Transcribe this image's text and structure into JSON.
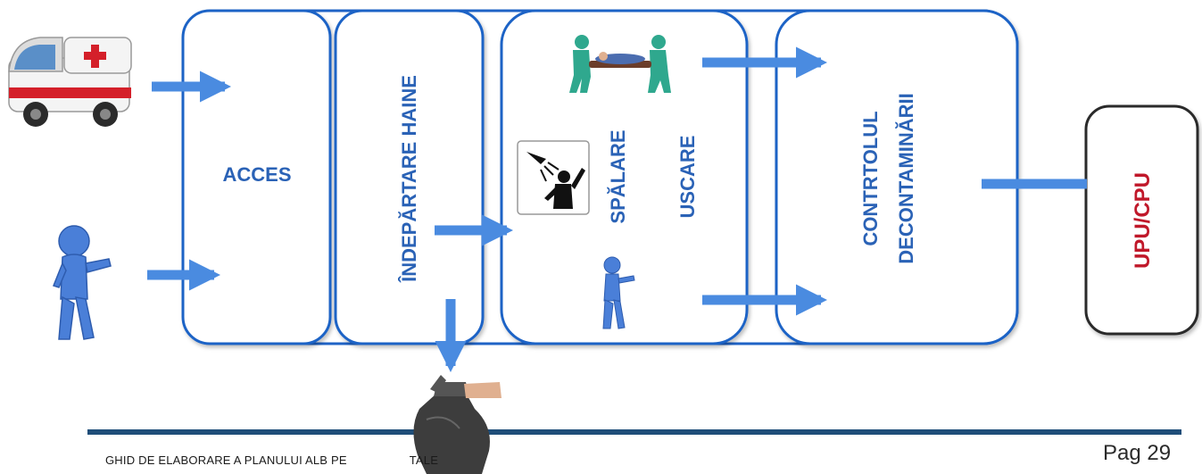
{
  "stages": {
    "acces": "ACCES",
    "indepartare": "ÎNDEPĂRTARE HAINE",
    "spalare": "SPĂLARE",
    "uscare": "USCARE",
    "control_line1": "CONTRTOLUL",
    "control_line2": "DECONTAMINĂRII",
    "upu": "UPU/CPU"
  },
  "footer": {
    "text": "GHID DE ELABORARE A PLANULUI ALB PE",
    "text_tail": "TALE",
    "page": "Pag 29"
  },
  "icons": [
    "ambulance-icon",
    "person-icon",
    "stretcher-team-icon",
    "shower-icon",
    "small-person-icon",
    "trash-bag-icon"
  ],
  "colors": {
    "box_border": "#1f63c6",
    "arrow": "#4a8be0",
    "label_blue": "#2a62b6",
    "label_red": "#c0182a",
    "footer_line": "#1f4e79"
  }
}
